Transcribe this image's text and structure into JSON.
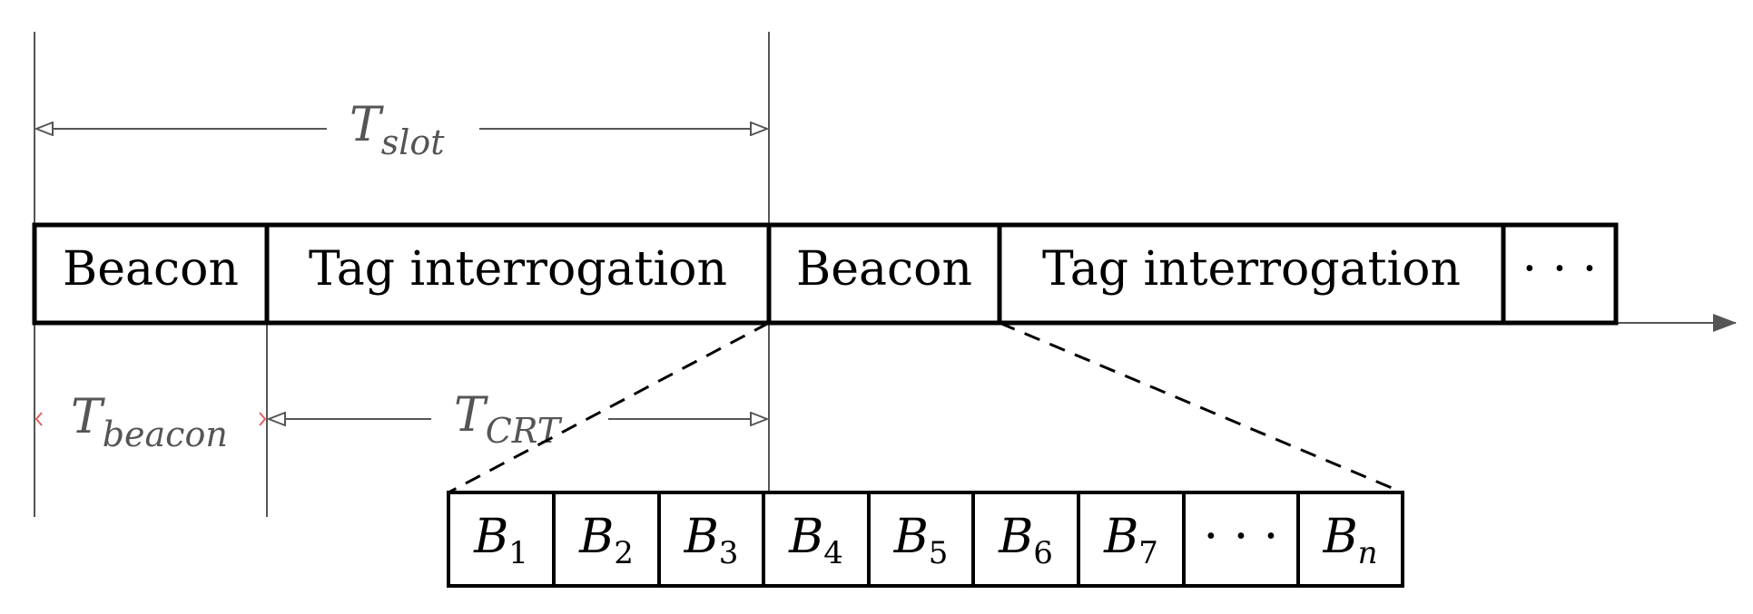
{
  "colors": {
    "box_stroke": "#000000",
    "guide_line": "#555555",
    "measure_text": "#555555",
    "beacon_arrow_tip": "#e06060"
  },
  "frame": {
    "slots": [
      {
        "label": "Beacon"
      },
      {
        "label": "Tag interrogation"
      },
      {
        "label": "Beacon"
      },
      {
        "label": "Tag interrogation"
      },
      {
        "label": "· · ·"
      }
    ]
  },
  "measurements": {
    "t_slot": {
      "base": "T",
      "sub": "slot"
    },
    "t_beacon": {
      "base": "T",
      "sub": "beacon"
    },
    "t_crt": {
      "base": "T",
      "sub": "CRT"
    }
  },
  "subslots": {
    "cells": [
      {
        "base": "B",
        "sub": "1"
      },
      {
        "base": "B",
        "sub": "2"
      },
      {
        "base": "B",
        "sub": "3"
      },
      {
        "base": "B",
        "sub": "4"
      },
      {
        "base": "B",
        "sub": "5"
      },
      {
        "base": "B",
        "sub": "6"
      },
      {
        "base": "B",
        "sub": "7"
      },
      {
        "base": "",
        "sub": "",
        "text": "· · ·"
      },
      {
        "base": "B",
        "sub": "n"
      }
    ]
  }
}
